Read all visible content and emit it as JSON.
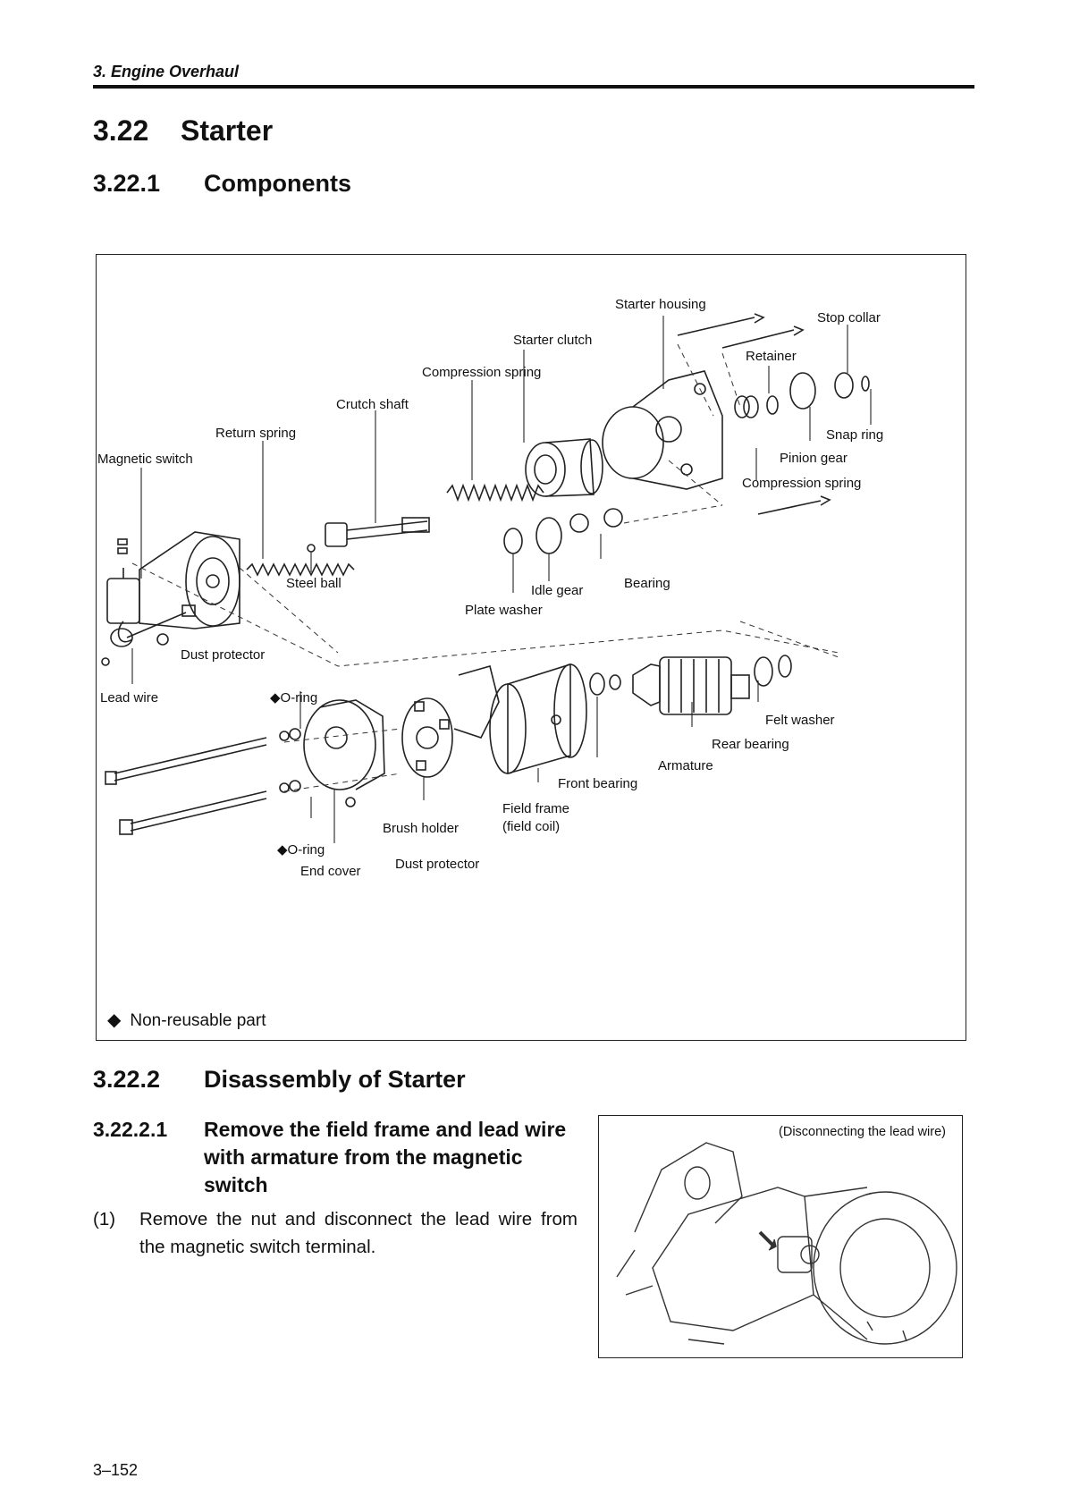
{
  "header": {
    "section": "3.  Engine Overhaul"
  },
  "section": {
    "number": "3.22",
    "title": "Starter"
  },
  "components": {
    "number": "3.22.1",
    "title": "Components",
    "labels": {
      "starter_housing": "Starter housing",
      "stop_collar": "Stop collar",
      "starter_clutch": "Starter clutch",
      "retainer": "Retainer",
      "compression_spring_top": "Compression spring",
      "crutch_shaft": "Crutch shaft",
      "return_spring": "Return spring",
      "snap_ring": "Snap ring",
      "magnetic_switch": "Magnetic switch",
      "pinion_gear": "Pinion gear",
      "compression_spring_right": "Compression spring",
      "steel_ball": "Steel ball",
      "bearing": "Bearing",
      "idle_gear": "Idle gear",
      "plate_washer": "Plate washer",
      "dust_protector_left": "Dust protector",
      "lead_wire": "Lead wire",
      "o_ring_top": "◆O-ring",
      "felt_washer": "Felt washer",
      "rear_bearing": "Rear bearing",
      "armature": "Armature",
      "front_bearing": "Front bearing",
      "field_frame": "Field frame",
      "field_coil": "(field coil)",
      "brush_holder": "Brush holder",
      "o_ring_bottom": "◆O-ring",
      "end_cover": "End cover",
      "dust_protector_bottom": "Dust protector"
    },
    "legend": {
      "symbol": "◆",
      "text": "Non-reusable part"
    }
  },
  "disassembly": {
    "number": "3.22.2",
    "title": "Disassembly of Starter",
    "step": {
      "number": "3.22.2.1",
      "title": "Remove the field frame and lead wire with armature from the magnetic switch",
      "item_number": "(1)",
      "item_text": "Remove the nut and disconnect the lead wire from the magnetic switch terminal."
    },
    "photo_caption": "(Disconnecting the lead wire)"
  },
  "page_number": "3–152"
}
